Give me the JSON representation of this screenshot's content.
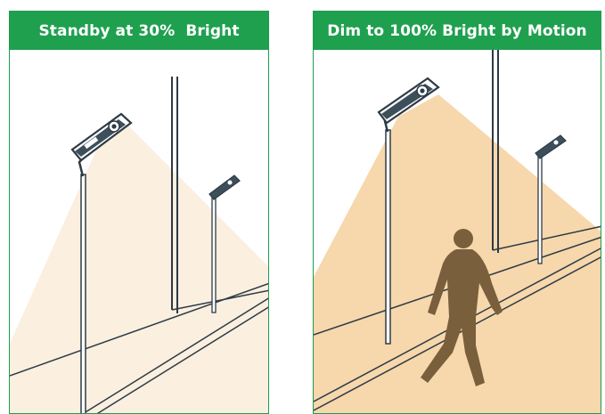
{
  "colors": {
    "header_green": "#1fa04f",
    "outline": "#2d3b45",
    "light_standby": "#fbefe0",
    "light_full": "#f7d7ac",
    "person": "#7a5f3d"
  },
  "panels": [
    {
      "title": "Standby at 30%  Bright",
      "brightness_percent": 30,
      "shows_person": false
    },
    {
      "title": "Dim to 100% Bright by Motion",
      "brightness_percent": 100,
      "shows_person": true
    }
  ]
}
